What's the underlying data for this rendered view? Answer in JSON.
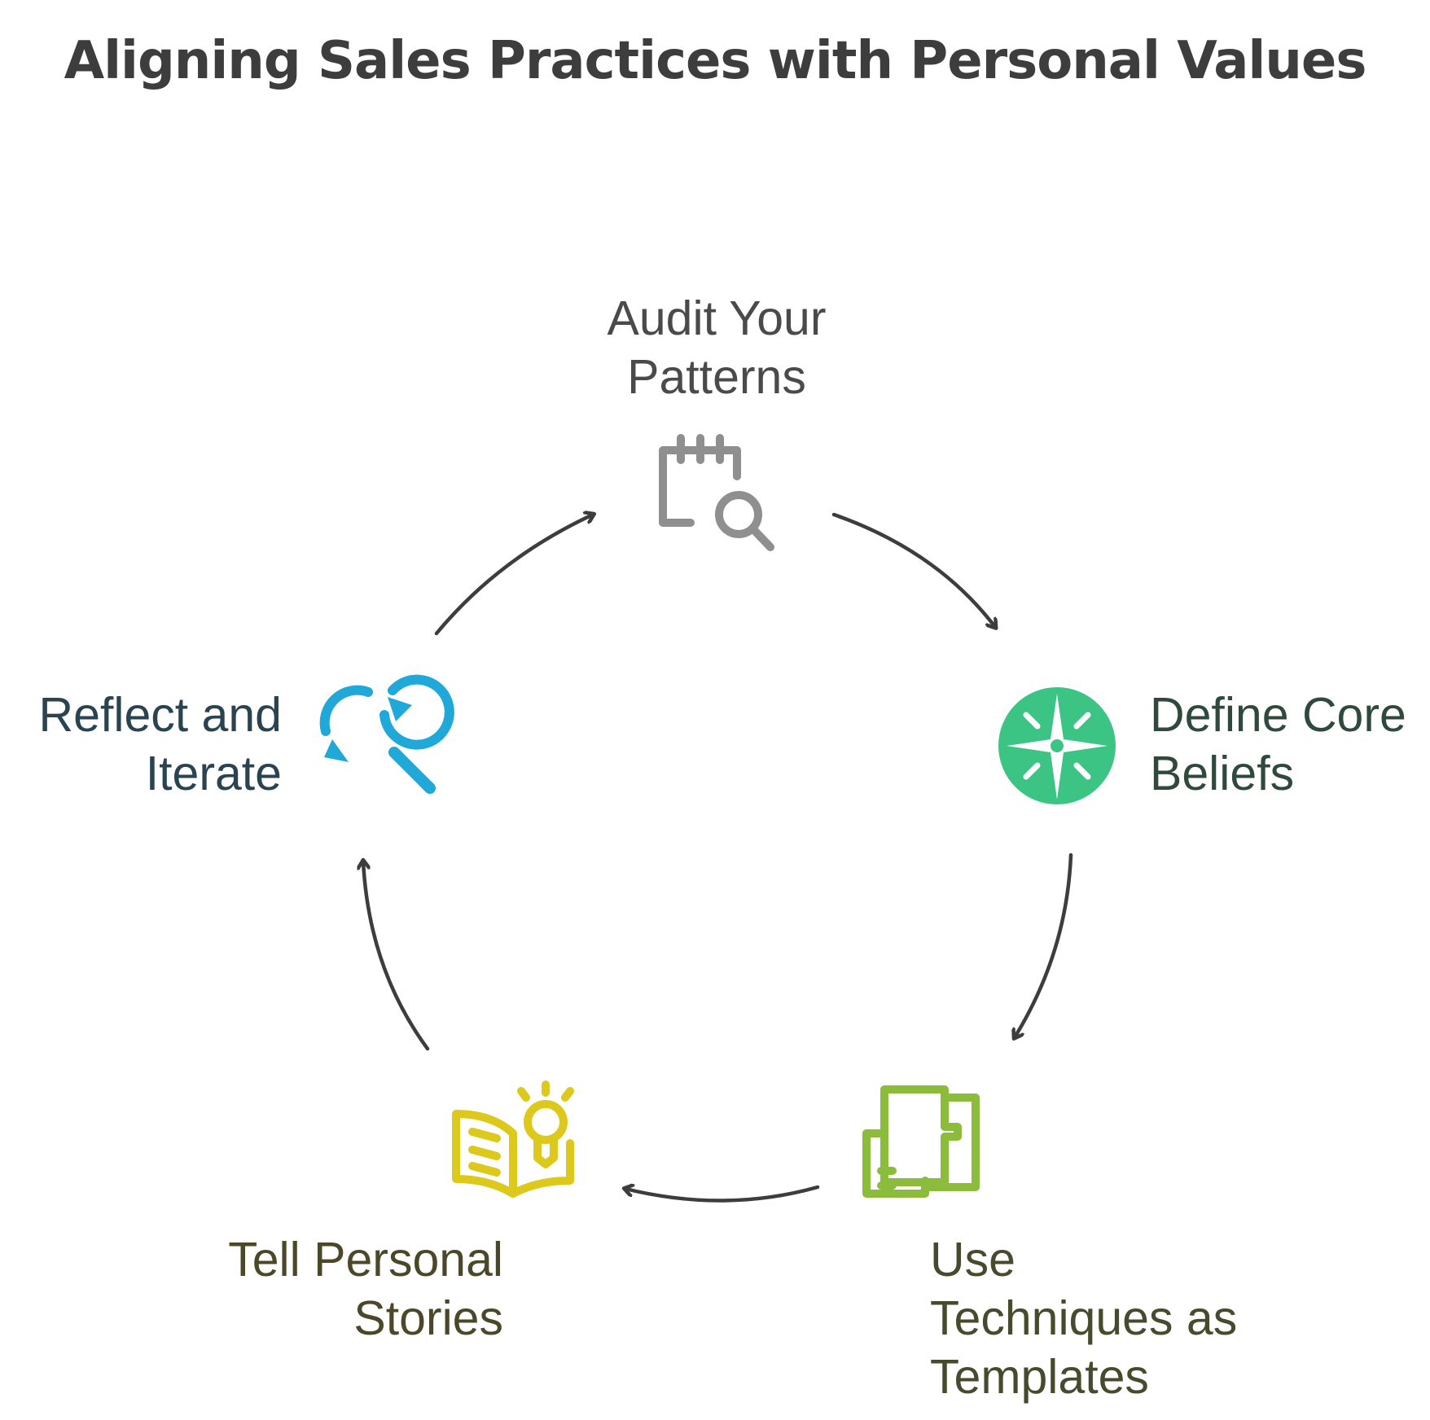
{
  "title": "Aligning Sales Practices with Personal Values",
  "steps": [
    {
      "id": "audit",
      "lines": [
        "Audit Your",
        "Patterns"
      ],
      "icon": "calendar-search-icon",
      "color": "#8f8f8f"
    },
    {
      "id": "define",
      "lines": [
        "Define Core",
        "Beliefs"
      ],
      "icon": "compass-star-icon",
      "color": "#3cc485"
    },
    {
      "id": "use",
      "lines": [
        "Use",
        "Techniques as",
        "Templates"
      ],
      "icon": "puzzle-pieces-icon",
      "color": "#8cbc3c"
    },
    {
      "id": "tell",
      "lines": [
        "Tell Personal",
        "Stories"
      ],
      "icon": "book-lightbulb-icon",
      "color": "#dcc91c"
    },
    {
      "id": "reflect",
      "lines": [
        "Reflect and",
        "Iterate"
      ],
      "icon": "refresh-magnifier-icon",
      "color": "#1fa8d8"
    }
  ],
  "arrow_color": "#3d3d3d"
}
